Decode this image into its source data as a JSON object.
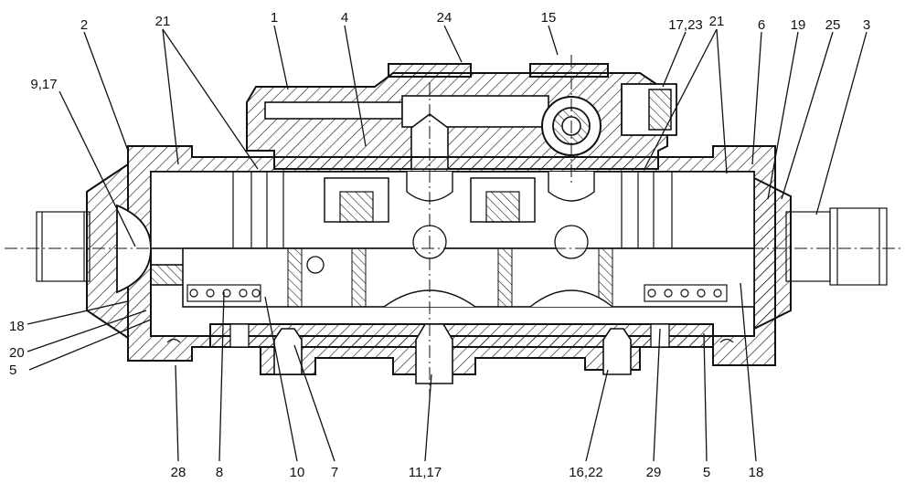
{
  "labels": [
    {
      "id": "l-1",
      "text": "1"
    },
    {
      "id": "l-2",
      "text": "2"
    },
    {
      "id": "l-3",
      "text": "3"
    },
    {
      "id": "l-4",
      "text": "4"
    },
    {
      "id": "l-5a",
      "text": "5"
    },
    {
      "id": "l-5b",
      "text": "5"
    },
    {
      "id": "l-6",
      "text": "6"
    },
    {
      "id": "l-7",
      "text": "7"
    },
    {
      "id": "l-8",
      "text": "8"
    },
    {
      "id": "l-9-17",
      "text": "9,17"
    },
    {
      "id": "l-10",
      "text": "10"
    },
    {
      "id": "l-11-17",
      "text": "11,17"
    },
    {
      "id": "l-15",
      "text": "15"
    },
    {
      "id": "l-16-22",
      "text": "16,22"
    },
    {
      "id": "l-17-23",
      "text": "17,23"
    },
    {
      "id": "l-18a",
      "text": "18"
    },
    {
      "id": "l-18b",
      "text": "18"
    },
    {
      "id": "l-19",
      "text": "19"
    },
    {
      "id": "l-20",
      "text": "20"
    },
    {
      "id": "l-21a",
      "text": "21"
    },
    {
      "id": "l-21b",
      "text": "21"
    },
    {
      "id": "l-24",
      "text": "24"
    },
    {
      "id": "l-25",
      "text": "25"
    },
    {
      "id": "l-28",
      "text": "28"
    },
    {
      "id": "l-29",
      "text": "29"
    }
  ]
}
